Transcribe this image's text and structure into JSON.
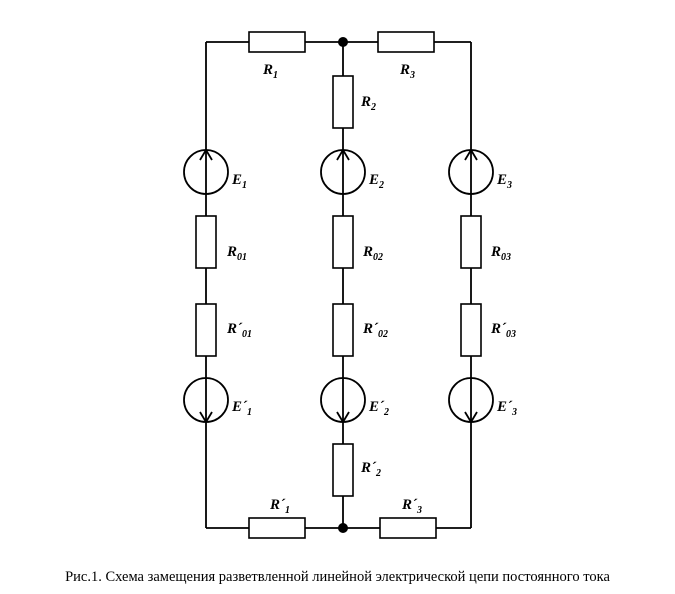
{
  "caption": "Рис.1. Схема замещения разветвленной линейной электрической цепи постоянного тока",
  "labels": {
    "R1": {
      "main": "R",
      "sub": "1"
    },
    "R3": {
      "main": "R",
      "sub": "3"
    },
    "R2": {
      "main": "R",
      "sub": "2"
    },
    "E1": {
      "main": "E",
      "sub": "1"
    },
    "E2": {
      "main": "E",
      "sub": "2"
    },
    "E3": {
      "main": "E",
      "sub": "3"
    },
    "R01": {
      "main": "R",
      "sub": "01"
    },
    "R02": {
      "main": "R",
      "sub": "02"
    },
    "R03": {
      "main": "R",
      "sub": "03"
    },
    "Rp01": {
      "main": "R´",
      "sub": "01"
    },
    "Rp02": {
      "main": "R´",
      "sub": "02"
    },
    "Rp03": {
      "main": "R´",
      "sub": "03"
    },
    "Ep1": {
      "main": "E´",
      "sub": "1"
    },
    "Ep2": {
      "main": "E´",
      "sub": "2"
    },
    "Ep3": {
      "main": "E´",
      "sub": "3"
    },
    "Rp2": {
      "main": "R´",
      "sub": "2"
    },
    "Rp1": {
      "main": "R´",
      "sub": "1"
    },
    "Rp3": {
      "main": "R´",
      "sub": "3"
    }
  }
}
